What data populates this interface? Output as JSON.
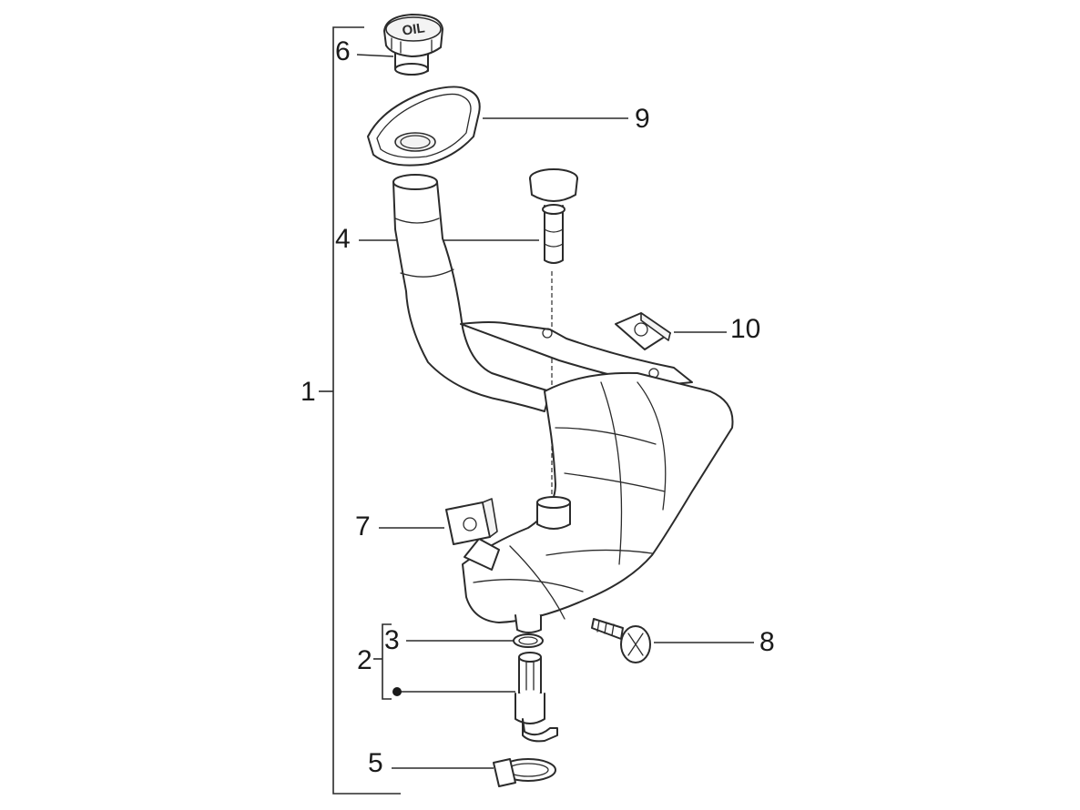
{
  "callouts": {
    "c1": "1",
    "c2": "2",
    "c3": "3",
    "c4": "4",
    "c5": "5",
    "c6": "6",
    "c7": "7",
    "c8": "8",
    "c9": "9",
    "c10": "10"
  },
  "parts": {
    "cap_lettering": "OIL"
  },
  "colors": {
    "line": "#2b2b2b",
    "background": "#ffffff"
  }
}
